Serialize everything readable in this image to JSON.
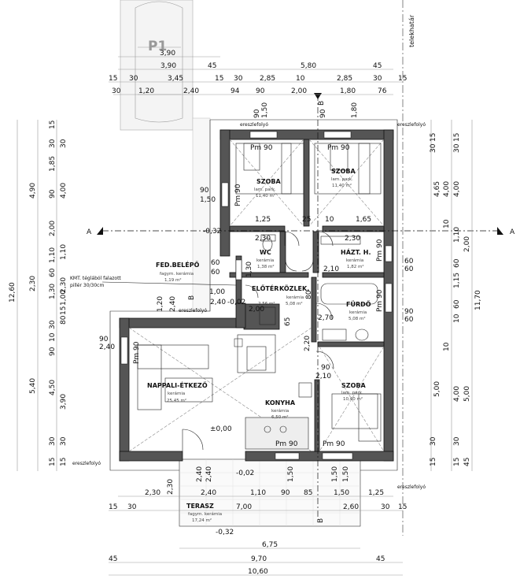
{
  "parking": {
    "label": "P1"
  },
  "property_line": {
    "label": "telekhatár"
  },
  "section": {
    "marker_a": "A",
    "marker_b": "B"
  },
  "rooms": {
    "szoba1": {
      "name": "SZOBA",
      "material": "lam. park.",
      "area": "11,40 m²"
    },
    "szoba2": {
      "name": "SZOBA",
      "material": "lam. park.",
      "area": "11,40 m²"
    },
    "wc": {
      "name": "WC",
      "material": "kerámia",
      "area": "1,38 m²"
    },
    "hazt": {
      "name": "HÁZT. H.",
      "material": "kerámia",
      "area": "1,82 m²"
    },
    "fed": {
      "name": "FED.BELÉPŐ",
      "material": "fagym. kerámia",
      "area": "1,19 m²"
    },
    "eloter": {
      "name": "ELŐTÉR",
      "material": "kerámia",
      "area": "2,56 m²"
    },
    "kozlek": {
      "name": "KÖZLEK.",
      "material": "kerámia",
      "area": "5,08 m²"
    },
    "furdo": {
      "name": "FÜRDŐ",
      "material": "kerámia",
      "area": "5,08 m²"
    },
    "nappali": {
      "name": "NAPPALI-ÉTKEZŐ",
      "material": "kerámia",
      "area": "25,45 m²"
    },
    "konyha": {
      "name": "KONYHA",
      "material": "kerámia",
      "area": "6,50 m²"
    },
    "szoba3": {
      "name": "SZOBA",
      "material": "lam. park.",
      "area": "10,40 m²"
    },
    "terasz": {
      "name": "TERASZ",
      "material": "fagym. kerámia",
      "area": "17,24 m²"
    }
  },
  "notes": {
    "kmt": "KMT. téglából falazott",
    "pillar": "pillér 30/30cm",
    "gutter": "ereszlefolyó"
  },
  "levels": {
    "zero": "±0,00",
    "m002": "-0,02",
    "m032": "-0,32",
    "p100": "1,00",
    "p200": "2,00",
    "p210": "2,10"
  },
  "top_dims": {
    "r1": [
      "3,90"
    ],
    "r2": [
      "3,90",
      "45",
      "5,80",
      "45"
    ],
    "r3": [
      "15",
      "30",
      "3,45",
      "15",
      "30",
      "2,85",
      "10",
      "2,85",
      "30",
      "15"
    ],
    "r4": [
      "30",
      "1,20",
      "2,40",
      "94",
      "90",
      "2,00",
      "1,80",
      "76"
    ]
  },
  "bottom_dims": {
    "r1": [
      "2,30",
      "2,40",
      "1,10",
      "90",
      "85",
      "1,50",
      "1,25"
    ],
    "r2": [
      "15",
      "30",
      "7,00",
      "2,60",
      "30",
      "15"
    ],
    "r3": [
      "6,75"
    ],
    "r4": [
      "45",
      "9,70",
      "45"
    ],
    "r5": [
      "10,60"
    ]
  },
  "left_dims": {
    "total": "12,60",
    "c1": [
      "4,90",
      "2,30",
      "5,40"
    ],
    "c2": [
      "15",
      "30",
      "1,85",
      "90",
      "2,00",
      "1,10",
      "60",
      "1,30",
      "30",
      "10",
      "90",
      "4,50",
      "30",
      "15"
    ],
    "c3": [
      "30",
      "4,00",
      "1,10",
      "2,30",
      "1,00",
      "15",
      "80",
      "3,90",
      "30",
      "15"
    ]
  },
  "right_dims": {
    "total": "11,70",
    "c1": [
      "4,65",
      "5,00"
    ],
    "c2": [
      "15",
      "30",
      "4,00",
      "1,10",
      "60",
      "1,15",
      "60",
      "10",
      "4,00",
      "30",
      "15"
    ],
    "c3": [
      "15",
      "30",
      "4,00",
      "10",
      "2,00",
      "10",
      "5,00",
      "30",
      "15",
      "45"
    ]
  },
  "inner_dims": {
    "pm90": "Pm 90",
    "v90": "90",
    "v150": "1,50",
    "v125": "1,25",
    "v10": "10",
    "v165": "1,65",
    "v230": "2,30",
    "v60": "60",
    "v240": "2,40",
    "v120": "1,20",
    "v80": "80",
    "v65": "65",
    "v220": "2,20",
    "v270": "2,70",
    "v180": "1,80",
    "v130": "1,30",
    "v25": "25"
  }
}
